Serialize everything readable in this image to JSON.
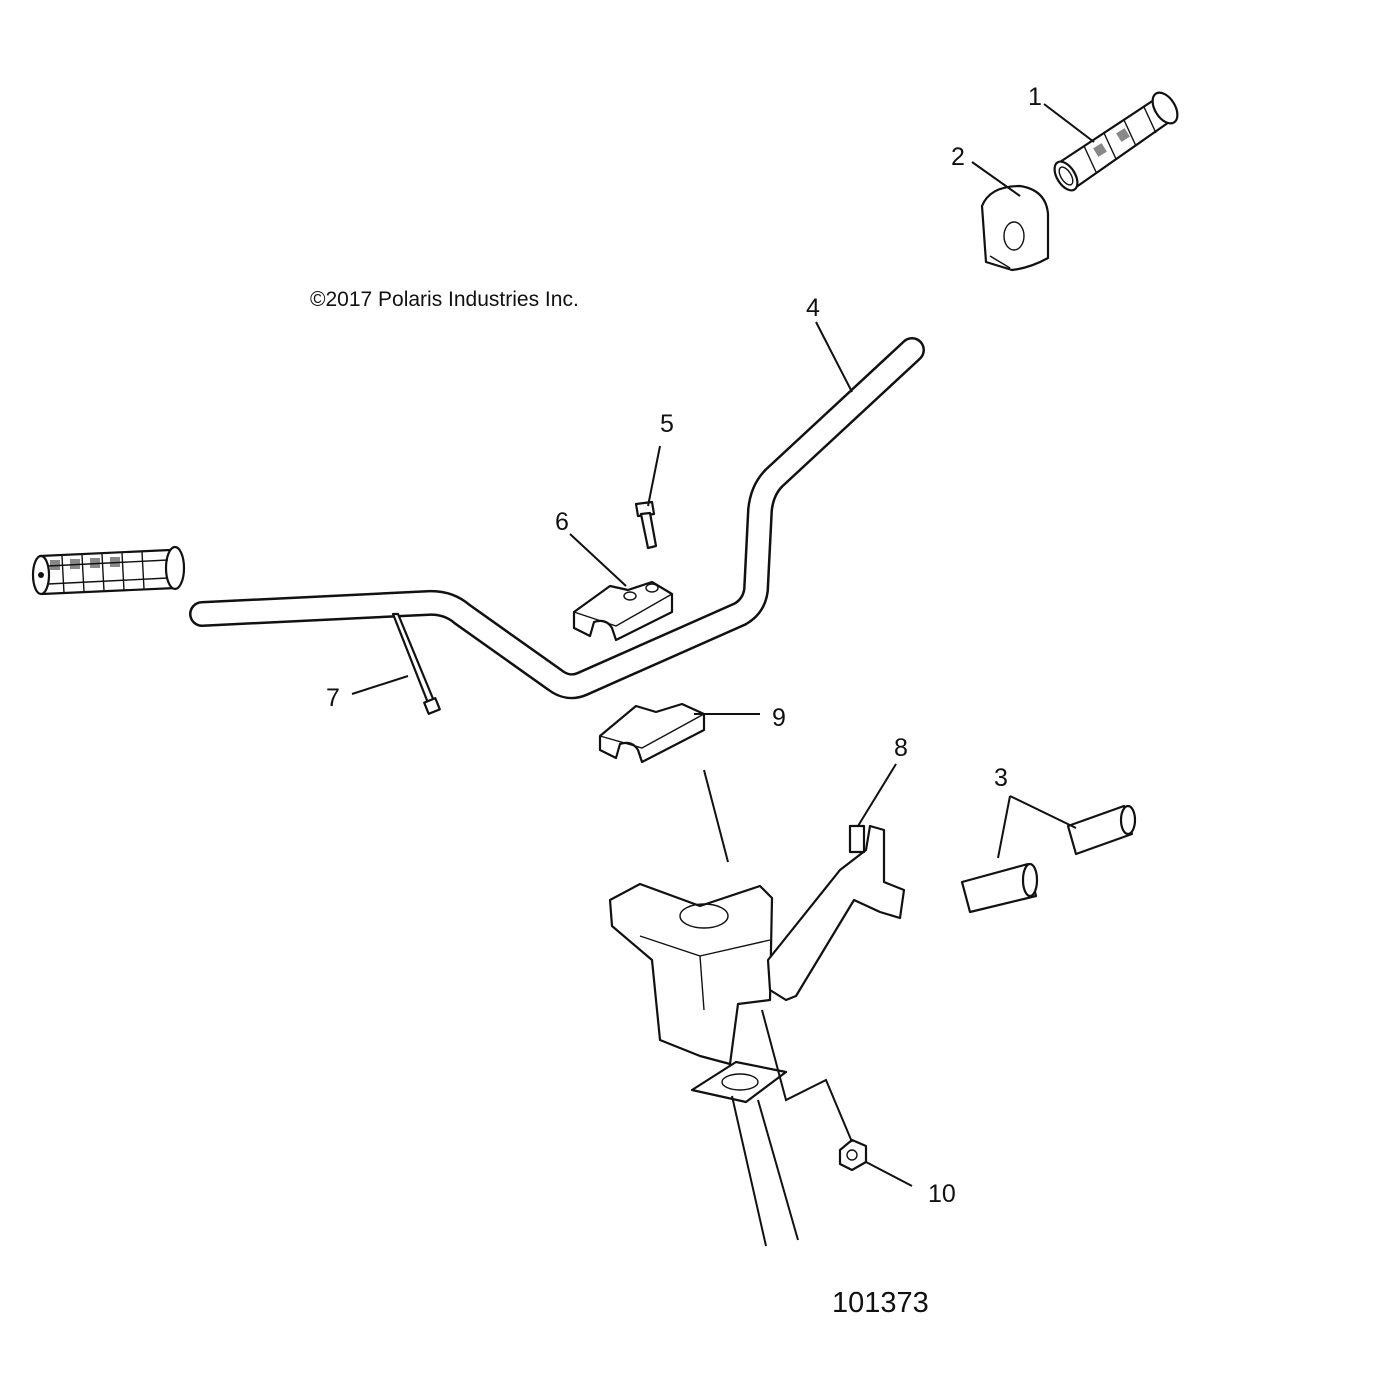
{
  "copyright": "©2017 Polaris Industries Inc.",
  "figure_number": "101373",
  "callouts": [
    "1",
    "2",
    "3",
    "4",
    "5",
    "6",
    "7",
    "8",
    "9",
    "10"
  ],
  "colors": {
    "line": "#111111",
    "background": "#ffffff"
  }
}
